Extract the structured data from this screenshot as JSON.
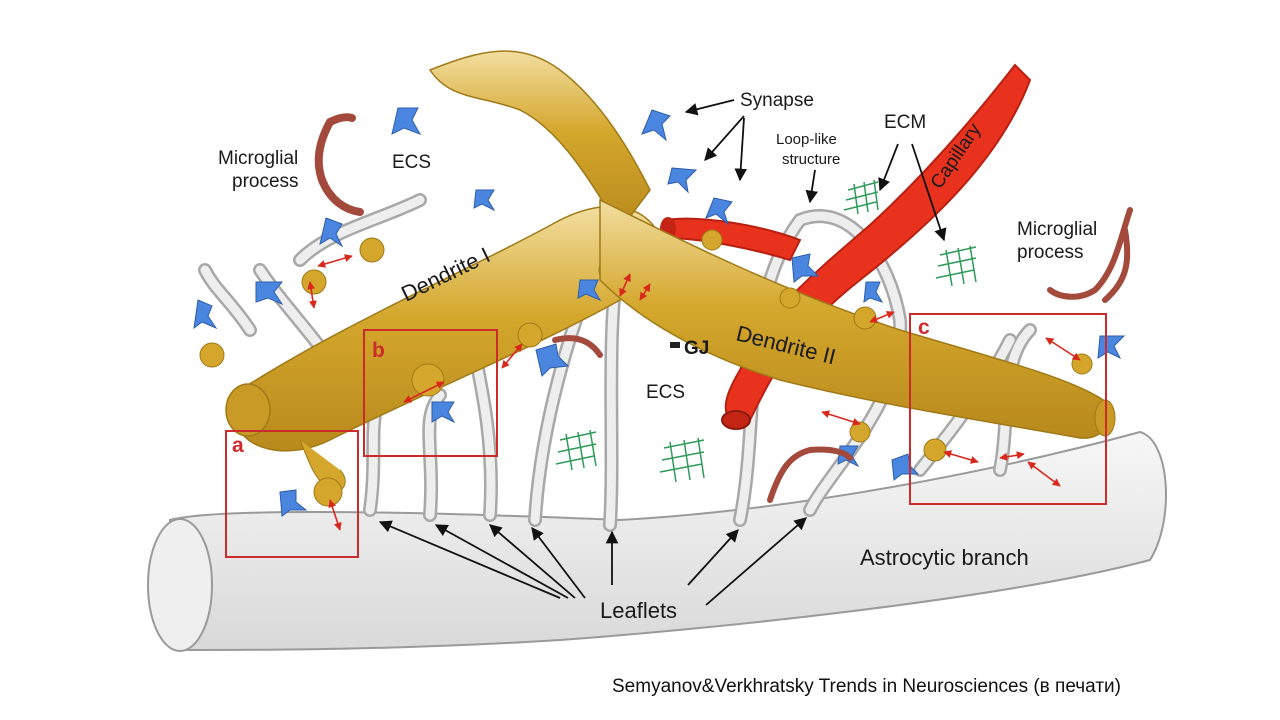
{
  "labels": {
    "synapse": "Synapse",
    "microglial_left": [
      "Microglial",
      "process"
    ],
    "microglial_right": [
      "Microglial",
      "process"
    ],
    "ecs_top": "ECS",
    "ecs_mid": "ECS",
    "dendrite1": "Dendrite I",
    "dendrite2": "Dendrite II",
    "loop": [
      "Loop-like",
      "structure"
    ],
    "ecm": "ECM",
    "capillary": "Capillary",
    "gj": "GJ",
    "astro": "Astrocytic branch",
    "leaflets": "Leaflets"
  },
  "boxes": {
    "a": "a",
    "b": "b",
    "c": "c"
  },
  "citation": "Semyanov&Verkhratsky Trends in Neurosciences (в печати)",
  "colors": {
    "dendrite": "#d4a72c",
    "astrocyte": "#e6e6e6",
    "capillary": "#e8321e",
    "synapse": "#4a86e0",
    "microglia": "#a34a3c",
    "ecm": "#2f9a5a",
    "box": "#cc2b2b",
    "double_arrow": "#d8281c"
  }
}
